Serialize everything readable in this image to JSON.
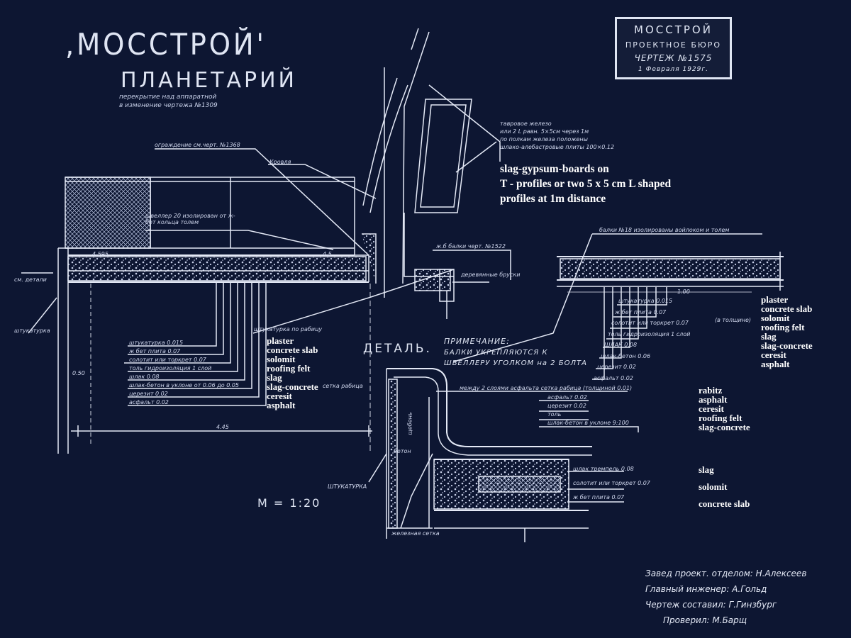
{
  "title": ",МОССТРОЙ'",
  "subtitle": "ПЛАНЕТАРИЙ",
  "subtitle_note": [
    "перекрытие над аппаратной",
    "в изменение чертежа №1309"
  ],
  "stamp": {
    "line1": "МОССТРОЙ",
    "line2": "ПРОЕКТНОЕ БЮРО",
    "line3": "ЧЕРТЕЖ №1575",
    "line4": "1 Февраля 1929г."
  },
  "left_annotations": {
    "railing": "ограждение см.черт. №1368",
    "roof": "Кровля",
    "channel": "швеллер 20 изолирован от ж-бет кольца толем",
    "detail_ref": "см. детали",
    "plaster_label": "штукатурка",
    "plaster_around": "штукатурка по рабицу"
  },
  "left_layers_ru": [
    "штукатурка 0.015",
    "ж бет плита 0.07",
    "солотит или торкрет 0.07",
    "толь гидроизоляция 1 слой",
    "шлак 0.08",
    "шлак-бетон в уклоне от 0.06 до 0.05",
    "церезит 0.02",
    "асфальт 0.02"
  ],
  "left_layers_en": [
    "plaster",
    "concrete slab",
    "solomit",
    "roofing felt",
    "slag",
    "slag-concrete",
    "ceresit",
    "asphalt"
  ],
  "elevation_left": "4.595",
  "elevation_mid": "4.5",
  "dim_vertical": "0.50",
  "dim_horizontal": "4.45",
  "top_note_ru": [
    "тавровое железо",
    "или 2 L равн. 5×5см через 1м",
    "по полкам железа положены",
    "шлако-алебастровые плиты 100×0.12"
  ],
  "top_note_en": [
    "slag-gypsum-boards on",
    "T - profiles or two 5 x 5 cm  L shaped",
    "profiles at 1m distance"
  ],
  "beam_ref": "ж.б балки черт. №1522",
  "wood_ref": "деревянные бруски",
  "right_beam_ref": "балки №18 изолированы войлоком и толем",
  "right_layers_ru": [
    "штукатурка 0.015",
    "ж бет плита 0.07",
    "солотит или торкрет 0.07",
    "толь гидроизоляция 1 слой",
    "ШЛАК 0.08",
    "шлак-бетон 0.06",
    "церезит 0.02",
    "асфальт 0.02"
  ],
  "right_layers_en": [
    "plaster",
    "concrete slab",
    "solomit",
    "roofing felt",
    "slag",
    "slag-concrete",
    "ceresit",
    "asphalt"
  ],
  "right_layer_extra": "(в толщине)",
  "right_dim": "1.00",
  "note": {
    "head": "ПРИМЕЧАНИЕ:",
    "body1": "БАЛКИ УКРЕПЛЯЮТСЯ К",
    "body2": "ШВЕЛЛЕРУ УГОЛКОМ на 2 БОЛТА"
  },
  "detail": {
    "title": "ДЕТАЛЬ.",
    "rabitz_ru": "сетка рабица",
    "note_ru": "между 2 слоями асфальта сетка рабица (толщиной 0.01)",
    "layers_ru": [
      "асфальт 0.02",
      "церезит 0.02",
      "толь",
      "шлак-бетон в уклоне 9:100"
    ],
    "layers_en": [
      "rabitz",
      "asphalt",
      "ceresit",
      "roofing felt",
      "slag-concrete"
    ],
    "lower_ru": [
      "шлак тремпель 0.08",
      "солотит или торкрет 0.07",
      "ж бет плита 0.07"
    ],
    "lower_en": [
      "slag",
      "solomit",
      "concrete slab"
    ],
    "side_label": "щебень",
    "side_label2": "бетон",
    "plaster_label": "ШТУКАТУРКА",
    "bottom_label": "железная сетка"
  },
  "scale": "М = 1:20",
  "signatures": [
    "Завед проект. отделом: Н.Алексеев",
    "Главный инженер: А.Гольд",
    "Чертеж составил: Г.Гинзбург",
    "Проверил: М.Барщ"
  ]
}
